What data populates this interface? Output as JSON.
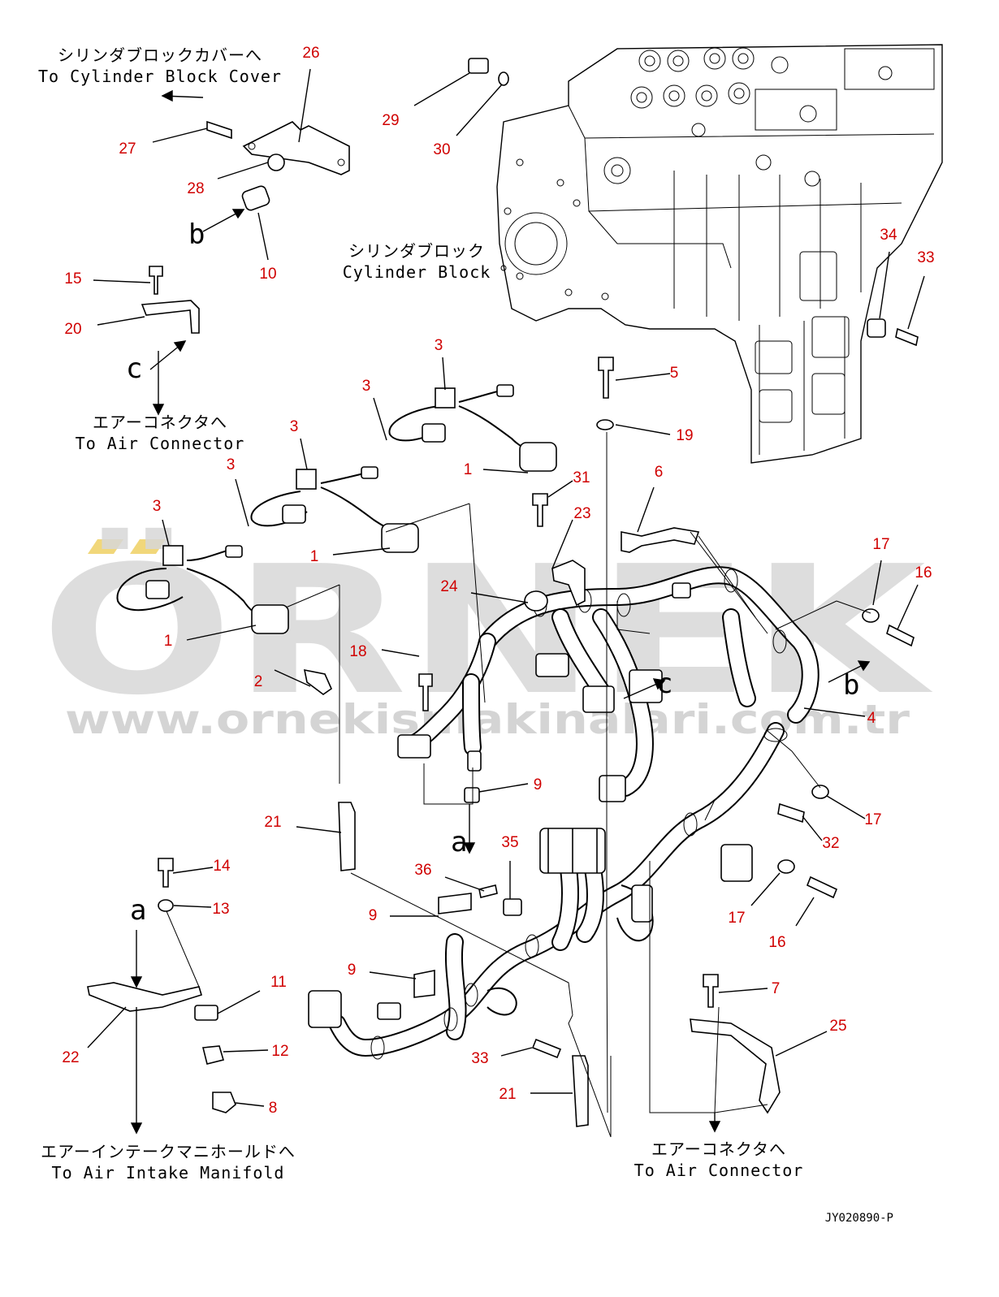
{
  "figure_code": "JY020890-P",
  "watermark": {
    "brand": "ÖRNEK",
    "url": "www.ornekismakinalari.com.tr",
    "accent_color": "#f1d77a",
    "text_color": "#d7d7d7"
  },
  "notes": {
    "cylinder_block_cover_jp": "シリンダブロックカバーへ",
    "cylinder_block_cover_en": "To Cylinder Block Cover",
    "cylinder_block_jp": "シリンダブロック",
    "cylinder_block_en": "Cylinder Block",
    "air_connector_jp": "エアーコネクタへ",
    "air_connector_en": "To Air Connector",
    "air_intake_jp": "エアーインテークマニホールドへ",
    "air_intake_en": "To Air Intake Manifold",
    "air_connector2_jp": "エアーコネクタへ",
    "air_connector2_en": "To Air Connector"
  },
  "view_letters": {
    "a": "a",
    "b": "b",
    "c": "c"
  },
  "part_numbers": [
    {
      "id": "n26",
      "text": "26"
    },
    {
      "id": "n27",
      "text": "27"
    },
    {
      "id": "n28",
      "text": "28"
    },
    {
      "id": "n10",
      "text": "10"
    },
    {
      "id": "n29",
      "text": "29"
    },
    {
      "id": "n30",
      "text": "30"
    },
    {
      "id": "n15",
      "text": "15"
    },
    {
      "id": "n20",
      "text": "20"
    },
    {
      "id": "n34",
      "text": "34"
    },
    {
      "id": "n33a",
      "text": "33"
    },
    {
      "id": "n3a",
      "text": "3"
    },
    {
      "id": "n3b",
      "text": "3"
    },
    {
      "id": "n3c",
      "text": "3"
    },
    {
      "id": "n3d",
      "text": "3"
    },
    {
      "id": "n3e",
      "text": "3"
    },
    {
      "id": "n5",
      "text": "5"
    },
    {
      "id": "n19",
      "text": "19"
    },
    {
      "id": "n1a",
      "text": "1"
    },
    {
      "id": "n31",
      "text": "31"
    },
    {
      "id": "n6",
      "text": "6"
    },
    {
      "id": "n23",
      "text": "23"
    },
    {
      "id": "n1b",
      "text": "1"
    },
    {
      "id": "n17a",
      "text": "17"
    },
    {
      "id": "n16a",
      "text": "16"
    },
    {
      "id": "n24",
      "text": "24"
    },
    {
      "id": "n1c",
      "text": "1"
    },
    {
      "id": "n18",
      "text": "18"
    },
    {
      "id": "n2",
      "text": "2"
    },
    {
      "id": "n4",
      "text": "4"
    },
    {
      "id": "n9a",
      "text": "9"
    },
    {
      "id": "n21a",
      "text": "21"
    },
    {
      "id": "n17b",
      "text": "17"
    },
    {
      "id": "n32",
      "text": "32"
    },
    {
      "id": "n35",
      "text": "35"
    },
    {
      "id": "n14",
      "text": "14"
    },
    {
      "id": "n36",
      "text": "36"
    },
    {
      "id": "n13",
      "text": "13"
    },
    {
      "id": "n9b",
      "text": "9"
    },
    {
      "id": "n17c",
      "text": "17"
    },
    {
      "id": "n16b",
      "text": "16"
    },
    {
      "id": "n11",
      "text": "11"
    },
    {
      "id": "n9c",
      "text": "9"
    },
    {
      "id": "n7",
      "text": "7"
    },
    {
      "id": "n25",
      "text": "25"
    },
    {
      "id": "n22",
      "text": "22"
    },
    {
      "id": "n12",
      "text": "12"
    },
    {
      "id": "n33b",
      "text": "33"
    },
    {
      "id": "n8",
      "text": "8"
    },
    {
      "id": "n21b",
      "text": "21"
    }
  ]
}
